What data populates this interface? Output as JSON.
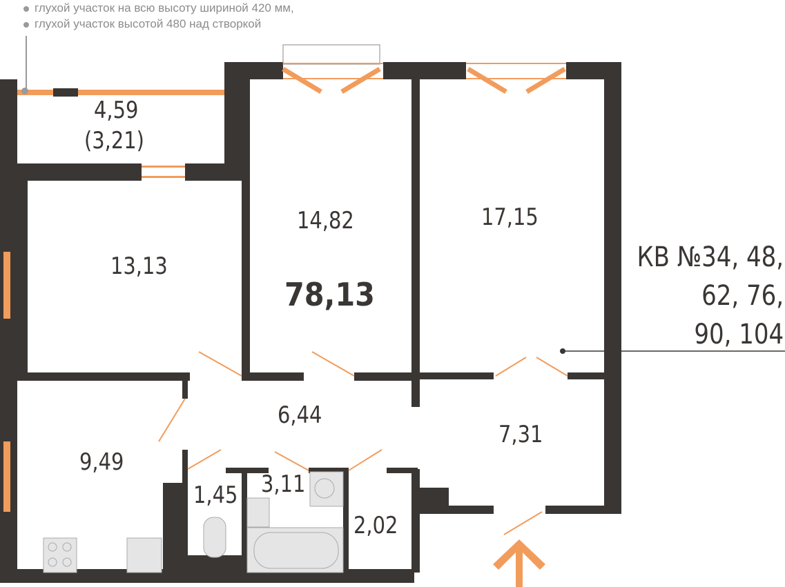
{
  "notes": [
    "глухой участок на всю высоту шириной 420 мм,",
    "глухой участок высотой 480 над створкой"
  ],
  "rooms": {
    "balcony_area": "4,59",
    "balcony_reduced": "(3,21)",
    "room_left": "13,13",
    "room_middle": "14,82",
    "room_right": "17,15",
    "hall": "6,44",
    "entry": "7,31",
    "kitchen": "9,49",
    "wc": "1,45",
    "bathroom": "3,11",
    "storage": "2,02"
  },
  "total_area": "78,13",
  "apartments": [
    "КВ №34, 48,",
    "62, 76,",
    "90, 104"
  ],
  "colors": {
    "wall": "#3a3634",
    "window": "#f29c5c",
    "fixture": "#e6e5e5"
  }
}
